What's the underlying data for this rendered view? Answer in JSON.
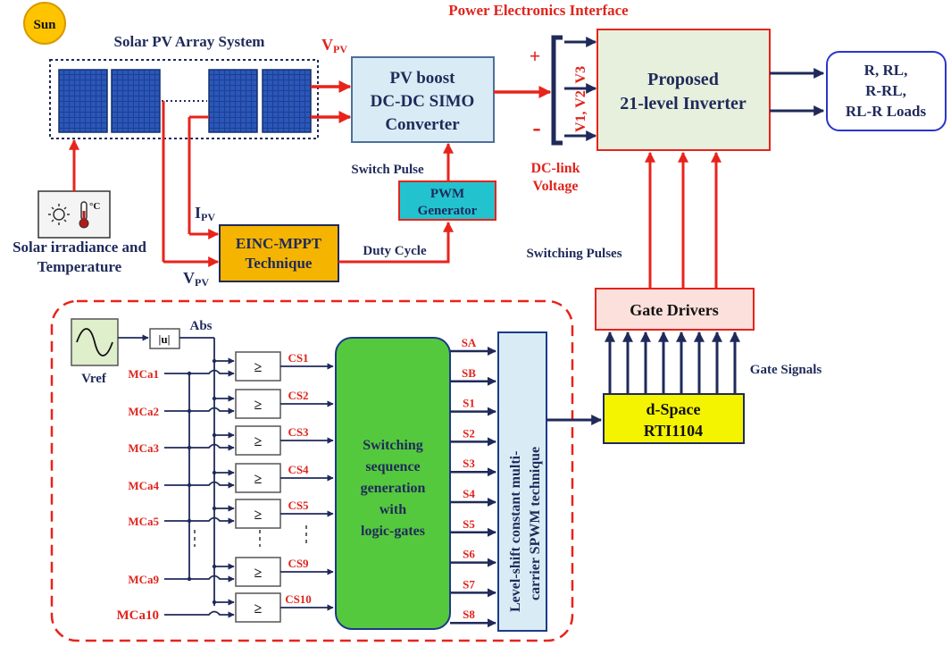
{
  "colors": {
    "signal_red": "#e8231b",
    "label_red": "#e0241c",
    "navy": "#1f2a5a",
    "block_blue": "#d9ecf5",
    "block_green": "#e7f0dc",
    "block_orange": "#f5b400",
    "block_teal": "#22c3cf",
    "block_yellow": "#f4f400",
    "block_green_bright": "#55c93d",
    "block_pink": "#fbe0dc",
    "panel_blue": "#1c3a88"
  },
  "top": {
    "sun_label": "Sun",
    "pv_array_title": "Solar PV Array System",
    "power_electronics_title": "Power Electronics Interface",
    "vpv_top": {
      "main": "V",
      "sub": "PV"
    },
    "boost": {
      "line1": "PV boost",
      "line2": "DC-DC SIMO",
      "line3": "Converter"
    },
    "plus_sign": "+",
    "minus_sign": "-",
    "dc_voltages": "V1, V2, V3",
    "inverter": {
      "line1": "Proposed",
      "line2": "21-level Inverter"
    },
    "loads": {
      "line1": "R, RL,",
      "line2": "R-RL,",
      "line3": "RL-R Loads"
    },
    "switch_pulse": "Switch Pulse",
    "pwm": {
      "line1": "PWM",
      "line2": "Generator"
    },
    "dc_link": {
      "line1": "DC-link",
      "line2": "Voltage"
    },
    "ipv": {
      "main": "I",
      "sub": "PV"
    },
    "vpv_bottom": {
      "main": "V",
      "sub": "PV"
    },
    "mppt": {
      "line1": "EINC-MPPT",
      "line2": "Technique"
    },
    "duty_cycle": "Duty Cycle",
    "sensor_degree": "°C",
    "irradiance": {
      "line1": "Solar irradiance and",
      "line2": "Temperature"
    },
    "switching_pulses": "Switching  Pulses",
    "gate_drivers": "Gate Drivers",
    "gate_signals": "Gate Signals",
    "dspace": {
      "line1": "d-Space",
      "line2": "RTI1104"
    }
  },
  "bottom": {
    "vref": "Vref",
    "abs_label": "Abs",
    "abs_block": "|u|",
    "comparator_symbol": "≥",
    "carriers": [
      "MCa1",
      "MCa2",
      "MCa3",
      "MCa4",
      "MCa5",
      "MCa9",
      "MCa10"
    ],
    "cs_labels": [
      "CS1",
      "CS2",
      "CS3",
      "CS4",
      "CS5",
      "CS9",
      "CS10"
    ],
    "logic_block": {
      "line1": "Switching",
      "line2": "sequence",
      "line3": "generation",
      "line4": "with",
      "line5": "logic-gates"
    },
    "outputs": [
      "SA",
      "SB",
      "S1",
      "S2",
      "S3",
      "S4",
      "S5",
      "S6",
      "S7",
      "S8"
    ],
    "spwm_block": {
      "line1": "Level-shift constant multi-",
      "line2": "carrier SPWM technique"
    }
  }
}
